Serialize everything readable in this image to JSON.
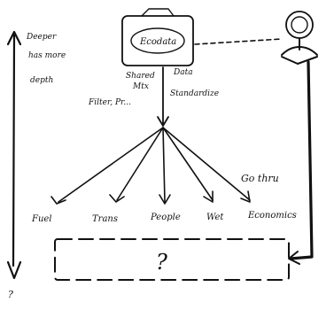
{
  "side_notes": [
    "Deeper",
    "has more",
    "depth"
  ],
  "axis_bottom_label": "?",
  "top_box_label": "Ecodata",
  "shared_left_label": "Shared",
  "shared_right_label": "Data",
  "processing_lines": [
    "Mtx",
    "Filter, Pr...",
    "Standardize"
  ],
  "branch_label": "Go thru",
  "leaf_labels": [
    "Fuel",
    "Trans",
    "People",
    "Wet",
    "Economics"
  ],
  "box_question": "?"
}
